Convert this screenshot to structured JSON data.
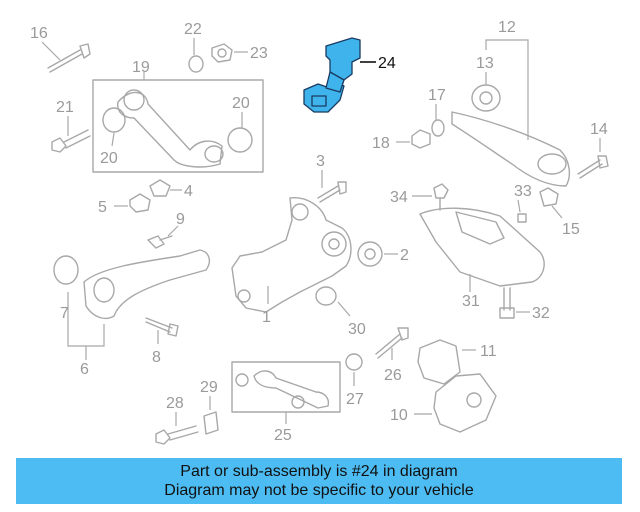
{
  "diagram": {
    "labels": {
      "l1": "1",
      "l2": "2",
      "l3": "3",
      "l4": "4",
      "l5": "5",
      "l6": "6",
      "l7": "7",
      "l8": "8",
      "l9": "9",
      "l10": "10",
      "l11": "11",
      "l12": "12",
      "l13": "13",
      "l14": "14",
      "l15": "15",
      "l16": "16",
      "l17": "17",
      "l18": "18",
      "l19": "19",
      "l20a": "20",
      "l20b": "20",
      "l21": "21",
      "l22": "22",
      "l23": "23",
      "l24": "24",
      "l25": "25",
      "l26": "26",
      "l27": "27",
      "l28": "28",
      "l29": "29",
      "l30": "30",
      "l31": "31",
      "l32": "32",
      "l33": "33",
      "l34": "34"
    },
    "highlighted_part": "24",
    "highlight_color": "#3fb4ec",
    "line_color": "#a8a8a8"
  },
  "banner": {
    "line1": "Part or sub-assembly is #24 in diagram",
    "line2": "Diagram may not be specific to your vehicle",
    "background": "#4cbcf3"
  }
}
